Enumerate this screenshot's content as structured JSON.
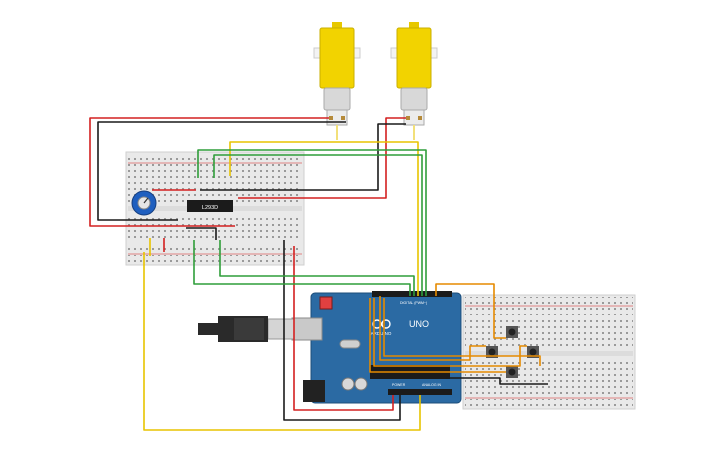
{
  "circuit": {
    "driver_ic": {
      "label": "L293D"
    },
    "arduino": {
      "brand": "ARDUINO",
      "model": "UNO",
      "digital_header": "DIGITAL (PWM~)",
      "power_header": "POWER",
      "analog_header": "ANALOG IN"
    }
  },
  "colors": {
    "wire_red": "#d42020",
    "wire_black": "#1a1a1a",
    "wire_yellow": "#e8c400",
    "wire_green": "#2f9e3a",
    "wire_orange": "#e58a00",
    "arduino_board": "#2b6aa3",
    "motor_yellow": "#f2d300",
    "breadboard": "#e9e9e9",
    "potentiometer": "#1f5fbf"
  }
}
